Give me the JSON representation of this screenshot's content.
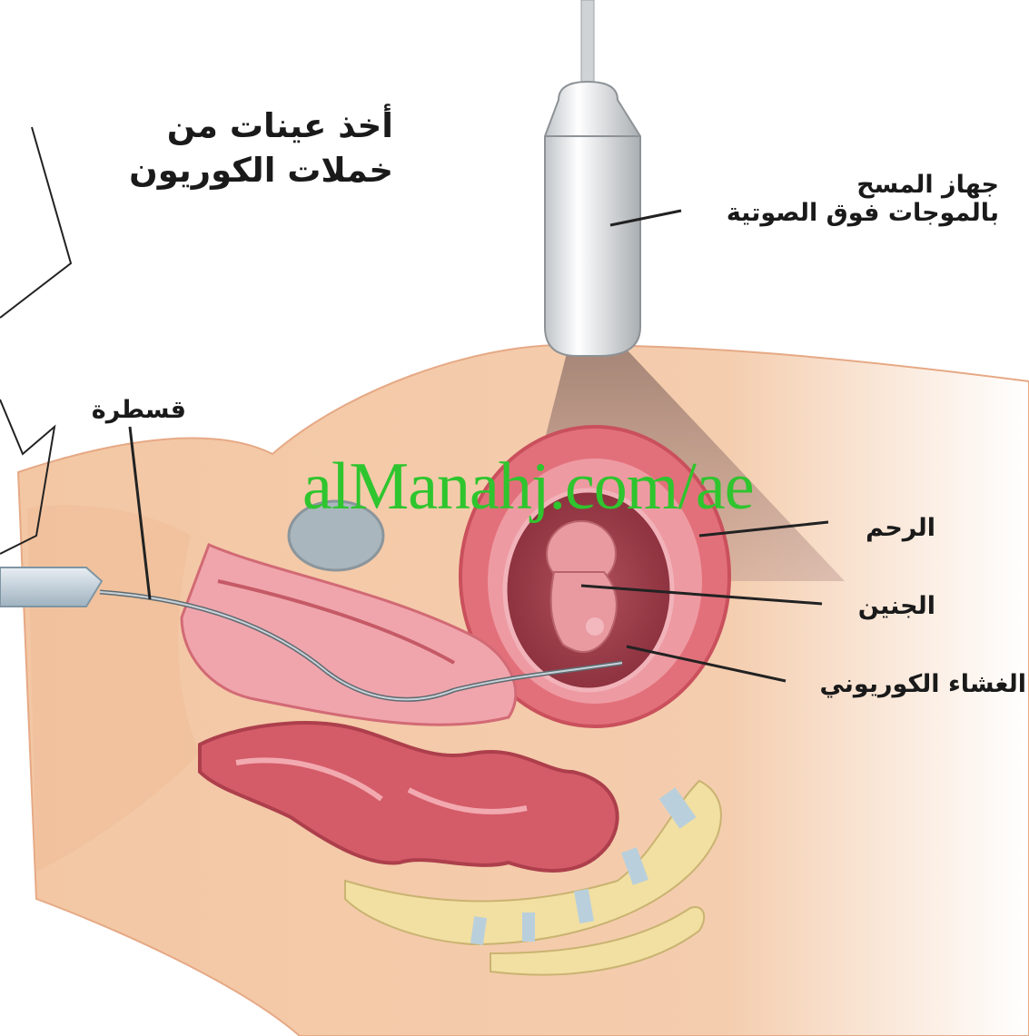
{
  "title": {
    "line1": "أخذ عينات من",
    "line2": "خملات الكوريون"
  },
  "labels": {
    "probe_line1": "جهاز المسح",
    "probe_line2": "بالموجات فوق الصوتية",
    "catheter": "قسطرة",
    "uterus": "الرحم",
    "fetus": "الجنين",
    "chorion": "الغشاء الكوريوني"
  },
  "watermark": "alManahj.com/ae",
  "colors": {
    "skin": "#f3c9a5",
    "uterus_wall": "#e2707a",
    "amniotic": "#c24a58",
    "bone": "#f2dfa2",
    "watermark": "#2ec52e"
  }
}
